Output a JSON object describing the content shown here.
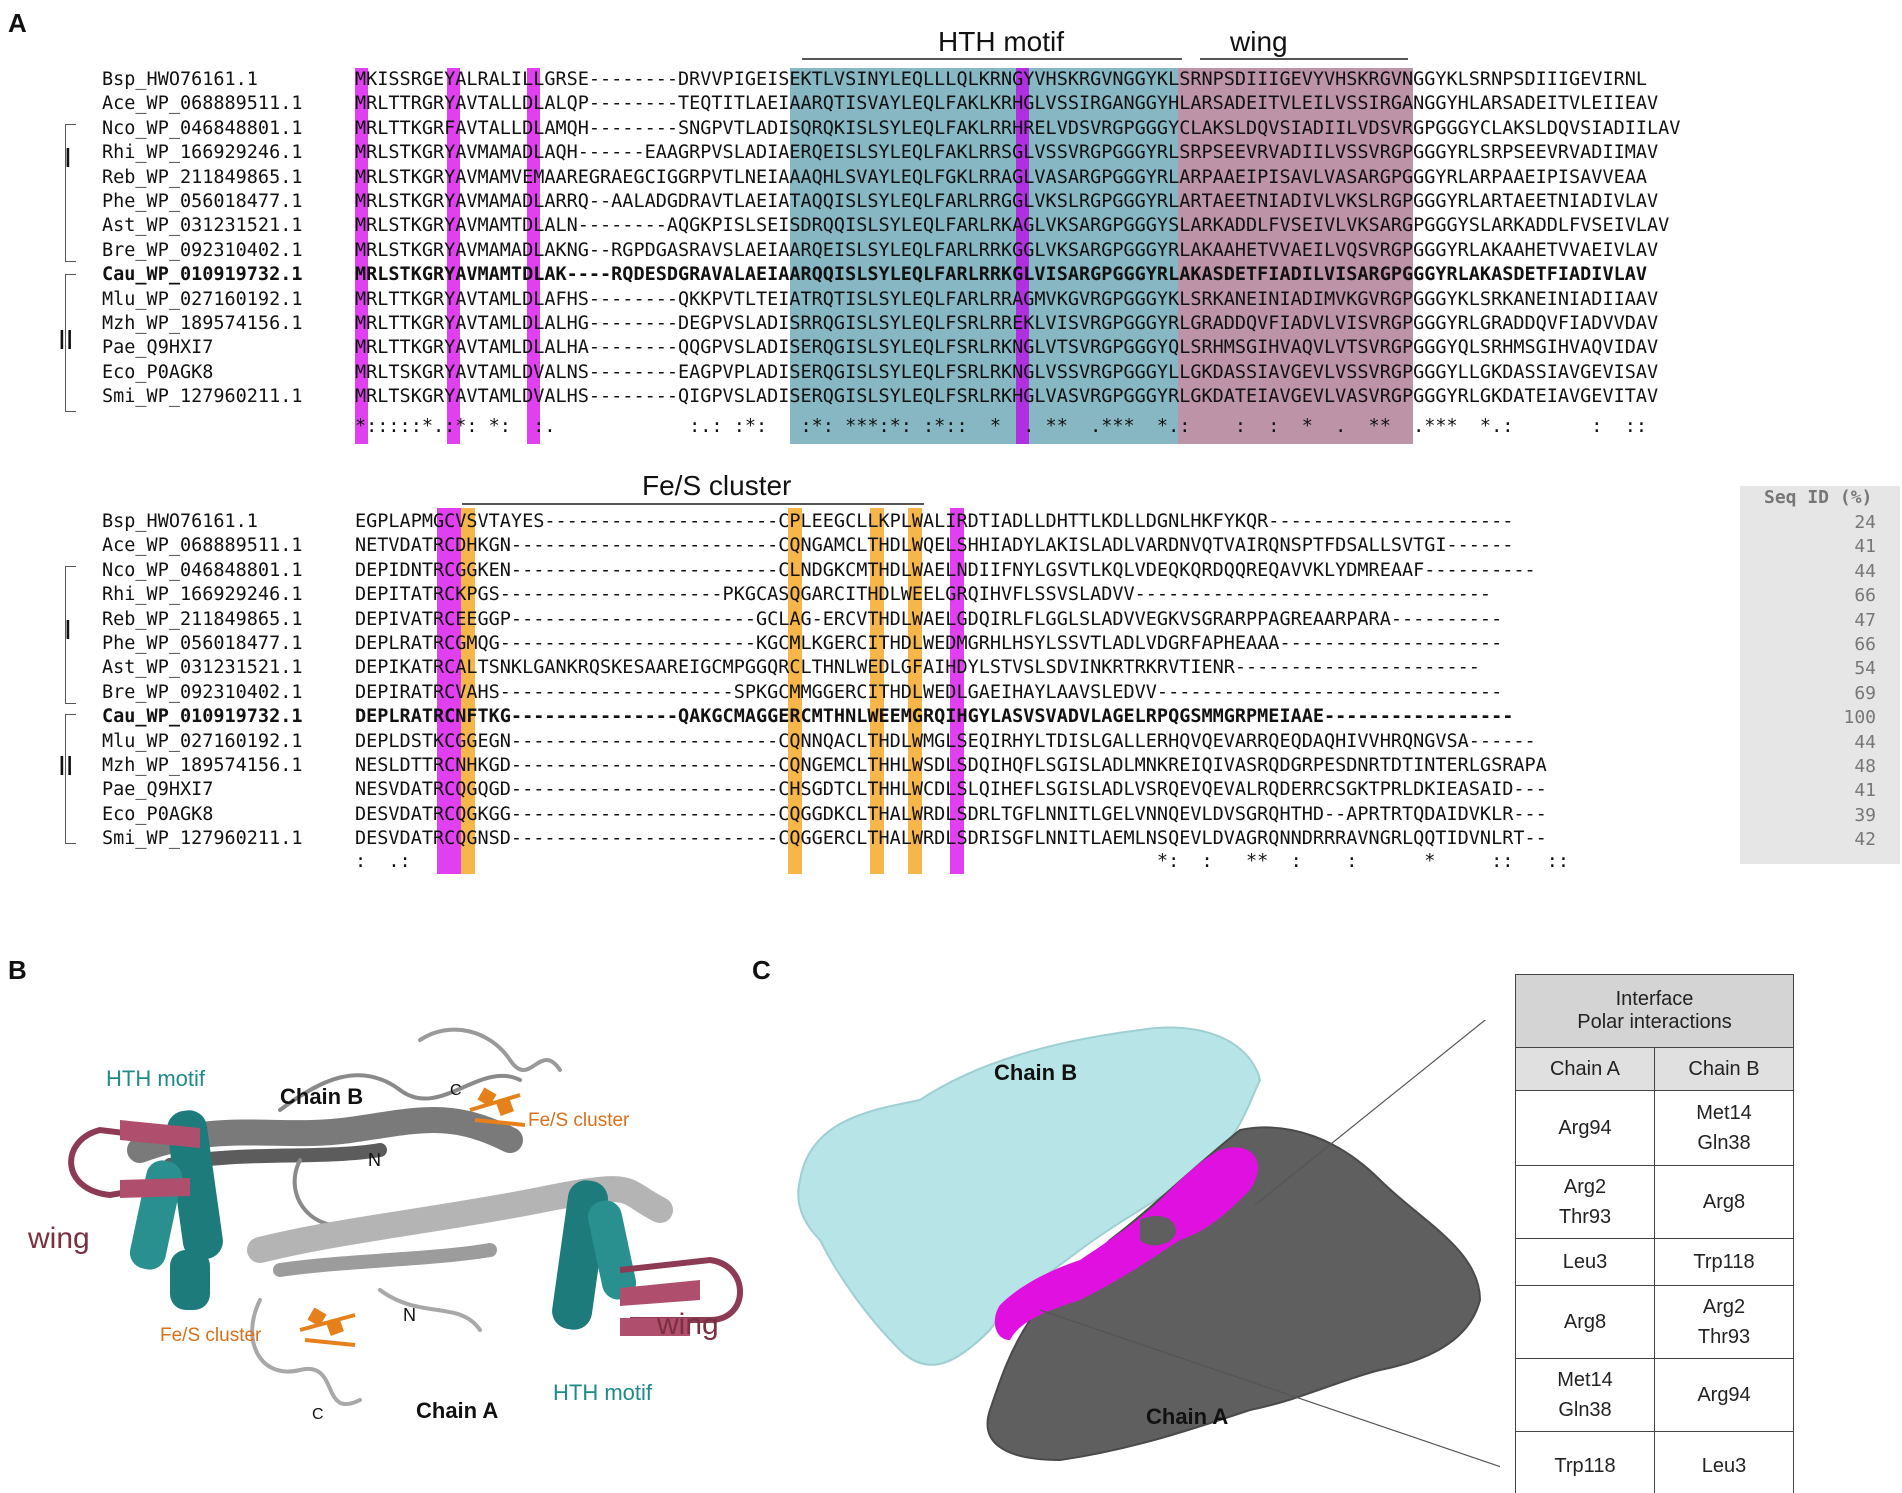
{
  "panels": {
    "a": "A",
    "b": "B",
    "c": "C"
  },
  "alignment1": {
    "region_hth": "HTH motif",
    "region_wing": "wing",
    "names": [
      "Bsp_HWO76161.1",
      "Ace_WP_068889511.1",
      "Nco_WP_046848801.1",
      "Rhi_WP_166929246.1",
      "Reb_WP_211849865.1",
      "Phe_WP_056018477.1",
      "Ast_WP_031231521.1",
      "Bre_WP_092310402.1",
      "Cau_WP_010919732.1",
      "Mlu_WP_027160192.1",
      "Mzh_WP_189574156.1",
      "Pae_Q9HXI7",
      "Eco_P0AGK8",
      "Smi_WP_127960211.1"
    ],
    "seqs": [
      "MKISSRGEYALRALILLGRSE--------DRVVPIGEISEKTLVSINYLEQLLLQLKRNGYVHSKRGVNGGYKLSRNPSDIIIGEVYVHSKRGVNGGYKLSRNPSDIIIGEVIRNL",
      "MRLTTRGRYAVTALLDLALQP--------TEQTITLAEIAARQTISVAYLEQLFAKLKRHGLVSSIRGANGGYHLARSADEITVLEILVSSIRGANGGYHLARSADEITVLEIIEAV",
      "MRLTTKGRFAVTALLDLAMQH--------SNGPVTLADISQRQKISLSYLEQLFAKLRRHRELVDSVRGPGGGYCLAKSLDQVSIADIILVDSVRGPGGGYCLAKSLDQVSIADIILAV",
      "MRLSTKGRYAVMAMADLAQH------EAAGRPVSLADIAERQEISLSYLEQLFAKLRRSGLVSSVRGPGGGYRLSRPSEEVRVADIILVSSVRGPGGGYRLSRPSEEVRVADIIMAV",
      "MRLSTKGRYAVMAMVEMAAREGRAEGCIGGRPVTLNEIAAAQHLSVAYLEQLFGKLRRAGLVASARGPGGGYRLARPAAEIPISAVLVASARGPGGGYRLARPAAEIPISAVVEAA",
      "MRLSTKGRYAVMAMADLARRQ--AALADGDRAVTLAEIATAQQISLSYLEQLFARLRRGGLVKSLRGPGGGYRLARTAEETNIADIVLVKSLRGPGGGYRLARTAEETNIADIVLAV",
      "MRLSTKGRYAVMAMTDLALN--------AQGKPISLSEISDRQQISLSYLEQLFARLRKAGLVKSARGPGGGYSLARKADDLFVSEIVLVKSARGPGGGYSLARKADDLFVSEIVLAV",
      "MRLSTKGRYAVMAMADLAKNG--RGPDGASRAVSLAEIAARQEISLSYLEQLFARLRRKGGLVKSARGPGGGYRLAKAAHETVVAEILVQSVRGPGGGYRLAKAAHETVVAEIVLAV",
      "MRLSTKGRYAVMAMTDLAK----RQDESDGRAVALAEIAARQQISLSYLEQLFARLRRKGLVISARGPGGGYRLAKASDETFIADILVISARGPGGGYRLAKASDETFIADIVLAV",
      "MRLTTKGRYAVTAMLDLAFHS--------QKKPVTLTEIATRQTISLSYLEQLFARLRRAGMVKGVRGPGGGYKLSRKANEINIADIMVKGVRGPGGGYKLSRKANEINIADIIAAV",
      "MRLTTKGRYAVTAMLDLALHG--------DEGPVSLADISRRQGISLSYLEQLFSRLRREKLVISVRGPGGGYRLGRADDQVFIADVLVISVRGPGGGYRLGRADDQVFIADVVDAV",
      "MRLTTKGRYAVTAMLDLALHA--------QQGPVSLADISERQGISLSYLEQLFSRLRKNGLVTSVRGPGGGYQLSRHMSGIHVAQVLVTSVRGPGGGYQLSRHMSGIHVAQVIDAV",
      "MRLTSKGRYAVTAMLDVALNS--------EAGPVPLADISERQGISLSYLEQLFSRLRKNGLVSSVRGPGGGYLLGKDASSIAVGEVLVSSVRGPGGGYLLGKDASSIAVGEVISAV",
      "MRLTSKGRYAVTAMLDVALHS--------QIGPVSLADISERQGISLSYLEQLFSRLRKHGLVASVRGPGGGYRLGKDATEIAVGEVLVASVRGPGGGYRLGKDATEIAVGEVITAV"
    ],
    "conservation": "*:::::*.:*: *:  :.            :.: :*:   :*: ***:*: :*::  *  . **  .***  *.:    :  :  *  .  **  .***  *.:       :  ::"
  },
  "alignment2": {
    "region_fes": "Fe/S cluster",
    "seqid_header": "Seq ID (%)",
    "seqid": [
      "24",
      "41",
      "44",
      "66",
      "47",
      "66",
      "54",
      "69",
      "100",
      "44",
      "48",
      "41",
      "39",
      "42"
    ],
    "seqs": [
      "EGPLAPMGCVSVTAYES---------------------CPLEEGCLLKPLWALIRDTIADLLDHTTLKDLLDGNLHKFYKQR----------------------",
      "NETVDATRCDHKGN------------------------CQNGAMCLTHDLWQELSHHIADYLAKISLADLVARDNVQTVAIRQNSPTFDSALLSVTGI------",
      "DEPIDNTRCGGKEN------------------------CLNDGKCMTHDLWAELNDIIFNYLGSVTLKQLVDEQKQRDQQREQAVVKLYDMREAAF----------",
      "DEPITATRCKPGS--------------------PKGCASQGARCITHDLWEELGRQIHVFLSSVSLADVV--------------------------------",
      "DEPIVATRCEEGGP----------------------GCLAG-ERCVTHDLWAELGDQIRLFLGGLSLADVVEGKVSGRARPPAGREAARPARA----------",
      "DEPLRATRCGMQG-----------------------KGCMLKGERCITHDLWEDMGRHLHSYLSSVTLADLVDGRFAPHEAAA--------------------",
      "DEPIKATRCALTSNKLGANKRQSKESAAREIGCMPGGQRCLTHNLWEDLGFAIHDYLSTVSLSDVINKRTRKRVTIENR----------------------",
      "DEPIRATRCVAHS---------------------SPKGCMMGGERCITHDLWEDLGAEIHAYLAAVSLEDVV-------------------------------",
      "DEPLRATRCNFTKG---------------QAKGCMAGGERCMTHNLWEEMGRQIHGYLASVSVADVLAGELRPQGSMMGRPMEIAAE-----------------",
      "DEPLDSTKCGGEGN------------------------CQNNQACLTHDLWMGLSEQIRHYLTDISLGALLERHQVQEVARRQEQDAQHIVVHRQNGVSA------",
      "NESLDTTRCNHKGD------------------------CQNGEMCLTHHLWSDLSDQIHQFLSGISLADLMNKREIQIVASRQDGRPESDNRTDTINTERLGSRAPA",
      "NESVDATRCQGQGD------------------------CHSGDTCLTHHLWCDLSLQIHEFLSGISLADLVSRQEVQEVALRQDERRCSGKTPRLDKIEASAID---",
      "DESVDATRCQGKGG------------------------CQGGDKCLTHALWRDLSDRLTGFLNNITLGELVNNQEVLDVSGRQHTHD--APRTRTQDAIDVKLR---",
      "DESVDATRCQGNSD------------------------CQGGERCLTHALWRDLSDRISGFLNNITLAEMLNSQEVLDVAGRQNNDRRRAVNGRLQQTIDVNLRT--"
    ],
    "conservation": ":  .:                                                                   *:  :   **  :    :      *     ::   ::"
  },
  "group_labels": {
    "one": "I",
    "two": "II"
  },
  "panel_b": {
    "hth_left": "HTH motif",
    "hth_right": "HTH motif",
    "wing_left": "wing",
    "wing_right": "wing",
    "fes_top": "Fe/S cluster",
    "fes_bottom": "Fe/S cluster",
    "chain_a": "Chain A",
    "chain_b": "Chain B",
    "n_top": "N",
    "n_bottom": "N",
    "c_top": "C",
    "c_bottom": "C"
  },
  "panel_c": {
    "chain_a": "Chain A",
    "chain_b": "Chain B",
    "table_title_1": "Interface",
    "table_title_2": "Polar interactions",
    "col_a": "Chain A",
    "col_b": "Chain B",
    "rows": [
      {
        "a": [
          "Arg94"
        ],
        "b": [
          "Met14",
          "Gln38"
        ]
      },
      {
        "a": [
          "Arg2",
          "Thr93"
        ],
        "b": [
          "Arg8"
        ]
      },
      {
        "a": [
          "Leu3"
        ],
        "b": [
          "Trp118"
        ]
      },
      {
        "a": [
          "Arg8"
        ],
        "b": [
          "Arg2",
          "Thr93"
        ]
      },
      {
        "a": [
          "Met14",
          "Gln38"
        ],
        "b": [
          "Arg94"
        ]
      },
      {
        "a": [
          "Trp118"
        ],
        "b": [
          "Leu3"
        ]
      }
    ]
  },
  "colors": {
    "hth": "#5e9fad",
    "wing": "#a7708a",
    "magenta": "#e040f0",
    "orange": "#f7b64a",
    "chain_light": "#b7e4e6",
    "chain_dark": "#5f5f5f",
    "interface": "#e010e0"
  }
}
